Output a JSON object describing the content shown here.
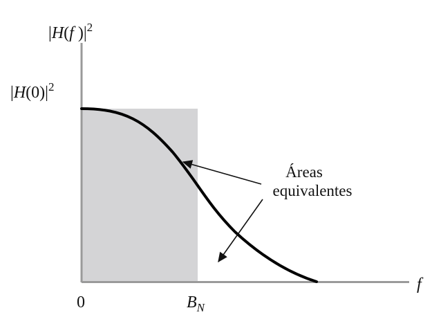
{
  "figure": {
    "y_axis_label": {
      "prefix": "|",
      "symbol": "H",
      "arg": "f",
      "suffix": "|",
      "exponent": "2"
    },
    "peak_label": {
      "prefix": "|",
      "symbol": "H",
      "arg": "(0)",
      "suffix": "|",
      "exponent": "2"
    },
    "x_axis_label": "f",
    "origin_label": "0",
    "bandwidth_label": {
      "symbol": "B",
      "subscript": "N"
    },
    "annotation_line1": "Áreas",
    "annotation_line2": "equivalentes",
    "colors": {
      "rectangle_fill": "#d4d4d6",
      "axis": "#9a9a9a",
      "curve": "#000000",
      "text": "#111111"
    }
  }
}
